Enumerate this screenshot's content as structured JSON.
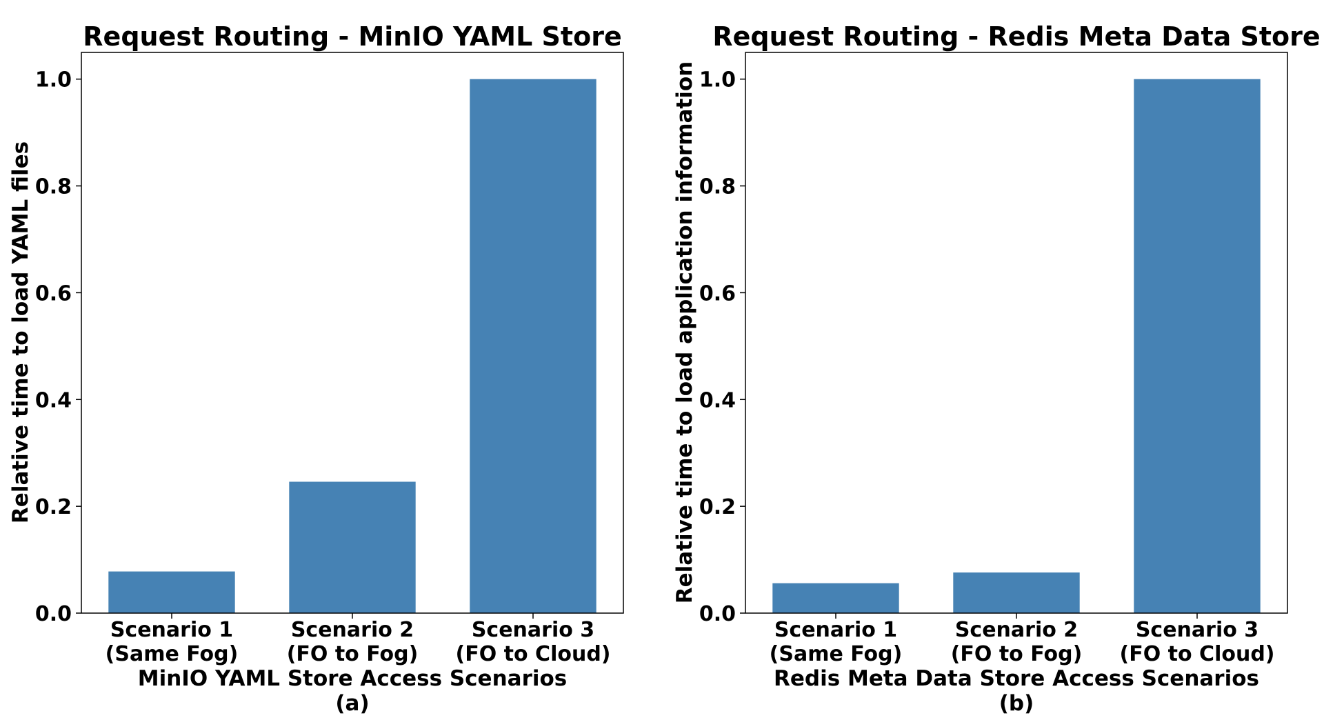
{
  "bar_color": "#4682b4",
  "chart_data": [
    {
      "type": "bar",
      "title": "Request Routing - MinIO YAML Store",
      "xlabel": "MinIO YAML Store Access Scenarios",
      "ylabel": "Relative time to load YAML files",
      "caption": "(a)",
      "categories": [
        [
          "Scenario 1",
          "(Same Fog)"
        ],
        [
          "Scenario 2",
          "(FO to Fog)"
        ],
        [
          "Scenario 3",
          "(FO to Cloud)"
        ]
      ],
      "values": [
        0.078,
        0.246,
        1.0
      ],
      "ylim": [
        0,
        1.05
      ],
      "yticks": [
        "0.0",
        "0.2",
        "0.4",
        "0.6",
        "0.8",
        "1.0"
      ],
      "grid": false,
      "legend": "none"
    },
    {
      "type": "bar",
      "title": "Request Routing - Redis Meta Data Store",
      "xlabel": "Redis Meta Data Store Access Scenarios",
      "ylabel": "Relative time to load application information",
      "caption": "(b)",
      "categories": [
        [
          "Scenario 1",
          "(Same Fog)"
        ],
        [
          "Scenario 2",
          "(FO to Fog)"
        ],
        [
          "Scenario 3",
          "(FO to Cloud)"
        ]
      ],
      "values": [
        0.056,
        0.076,
        1.0
      ],
      "ylim": [
        0,
        1.05
      ],
      "yticks": [
        "0.0",
        "0.2",
        "0.4",
        "0.6",
        "0.8",
        "1.0"
      ],
      "grid": false,
      "legend": "none"
    }
  ]
}
